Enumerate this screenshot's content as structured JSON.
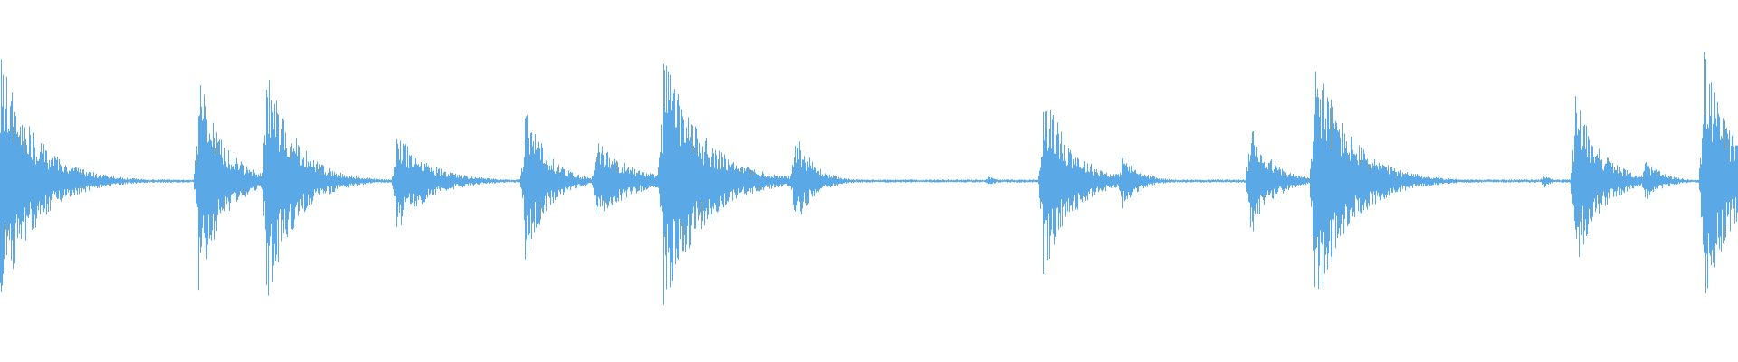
{
  "waveform": {
    "color": "#5aa9e6",
    "background": "#ffffff",
    "events": [
      {
        "t": 0.0,
        "amp": 0.95,
        "decay": 0.02
      },
      {
        "t": 0.04,
        "amp": 0.12,
        "decay": 0.008
      },
      {
        "t": 0.114,
        "amp": 0.83,
        "decay": 0.014
      },
      {
        "t": 0.153,
        "amp": 0.95,
        "decay": 0.016
      },
      {
        "t": 0.228,
        "amp": 0.39,
        "decay": 0.018
      },
      {
        "t": 0.302,
        "amp": 0.63,
        "decay": 0.012
      },
      {
        "t": 0.343,
        "amp": 0.33,
        "decay": 0.018
      },
      {
        "t": 0.381,
        "amp": 1.0,
        "decay": 0.022
      },
      {
        "t": 0.457,
        "amp": 0.41,
        "decay": 0.01
      },
      {
        "t": 0.568,
        "amp": 0.05,
        "decay": 0.004
      },
      {
        "t": 0.6,
        "amp": 0.73,
        "decay": 0.016
      },
      {
        "t": 0.645,
        "amp": 0.22,
        "decay": 0.01
      },
      {
        "t": 0.719,
        "amp": 0.45,
        "decay": 0.012
      },
      {
        "t": 0.756,
        "amp": 1.0,
        "decay": 0.02
      },
      {
        "t": 0.797,
        "amp": 0.06,
        "decay": 0.004
      },
      {
        "t": 0.888,
        "amp": 0.06,
        "decay": 0.004
      },
      {
        "t": 0.906,
        "amp": 0.69,
        "decay": 0.014
      },
      {
        "t": 0.946,
        "amp": 0.17,
        "decay": 0.01
      },
      {
        "t": 0.98,
        "amp": 1.0,
        "decay": 0.016
      }
    ]
  }
}
